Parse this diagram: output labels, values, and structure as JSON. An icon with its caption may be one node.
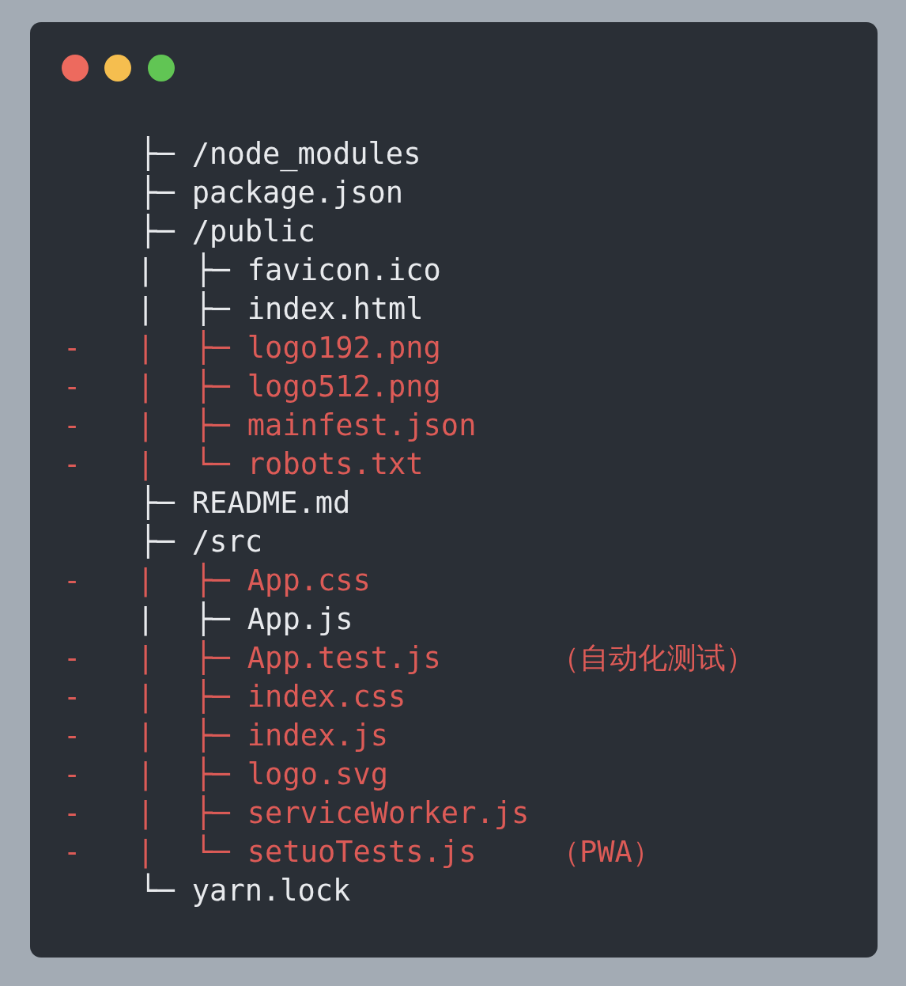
{
  "diagram": {
    "labels": [
      "├─ /node_modules",
      "├─ package.json",
      "├─ /public",
      "|",
      "├─ favicon.ico",
      "|",
      "├─ index.html",
      "-",
      "|",
      "├─ logo192.png",
      "-",
      "|",
      "├─ logo512.png",
      "-",
      "|",
      "├─ mainfest.json",
      "-",
      "|",
      "└─ robots.txt",
      "├─ README.md",
      "├─ /src",
      "-",
      "|",
      "├─ App.css",
      "|",
      "├─ App.js",
      "-",
      "|",
      "├─ App.test.js",
      "（自动化测试）",
      "-",
      "|",
      "├─ index.css",
      "-",
      "|",
      "├─ index.js",
      "-",
      "|",
      "├─ logo.svg",
      "-",
      "|",
      "├─ serviceWorker.js",
      "-",
      "|",
      "└─ setuoTests.js",
      "（PWA）",
      "└─ yarn.lock"
    ]
  }
}
